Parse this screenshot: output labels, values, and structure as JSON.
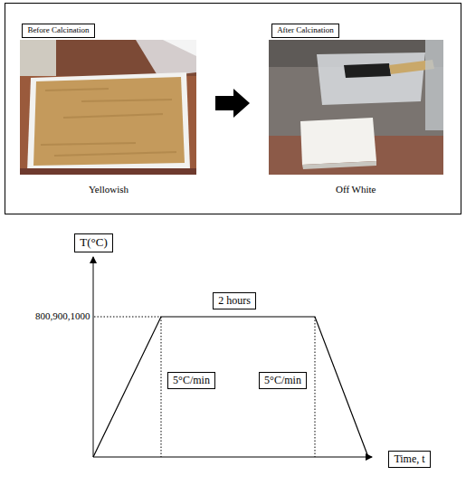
{
  "diagram": {
    "nodes": [
      {
        "text": [
          "Before Calcination"
        ]
      },
      {
        "text": [
          "After Calcination"
        ]
      },
      {
        "text": [
          "T(°C)"
        ]
      },
      {
        "text": [
          "2 hours"
        ]
      },
      {
        "text": [
          "5°C/min"
        ]
      },
      {
        "text": [
          "5°C/min"
        ]
      },
      {
        "text": [
          "Time, t"
        ]
      }
    ],
    "labels": [
      "Yellowish",
      "Off White",
      "800,900,1000"
    ]
  }
}
